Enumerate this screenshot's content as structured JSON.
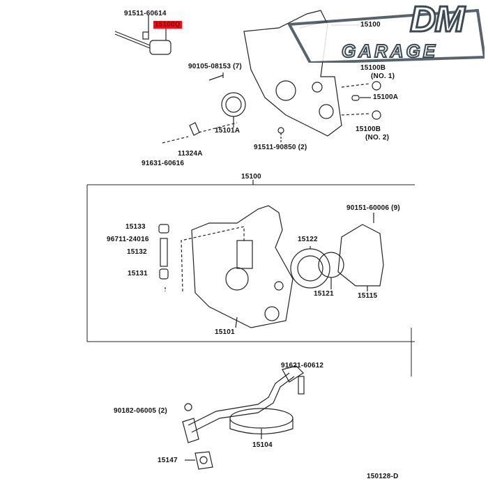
{
  "logo": {
    "big": "DM",
    "small": "GARAGE"
  },
  "labels": {
    "bolt_top": "91511-60614",
    "sensor_highlight": "15100Q",
    "pump_assy_top": "15100",
    "bolt_7": "90105-08153 (7)",
    "oring_no1": "15100B",
    "oring_no1_sub": "(NO. 1)",
    "pin": "15100A",
    "oring_no2": "15100B",
    "oring_no2_sub": "(NO. 2)",
    "seal": "15101A",
    "bolt_2": "91511-90850 (2)",
    "bracket": "11324A",
    "bolt_bracket": "91631-60616",
    "pump_assy_group": "15100",
    "plug": "15133",
    "gasket_small": "96711-24016",
    "spring": "15132",
    "valve": "15131",
    "screw_9": "90151-60006 (9)",
    "driven_rotor": "15122",
    "drive_rotor": "15121",
    "cover": "15115",
    "body": "15101",
    "bolt_strainer": "91621-60612",
    "nut_2": "90182-06005 (2)",
    "strainer": "15104",
    "gasket_strainer": "15147",
    "figure_code": "150128-D"
  }
}
